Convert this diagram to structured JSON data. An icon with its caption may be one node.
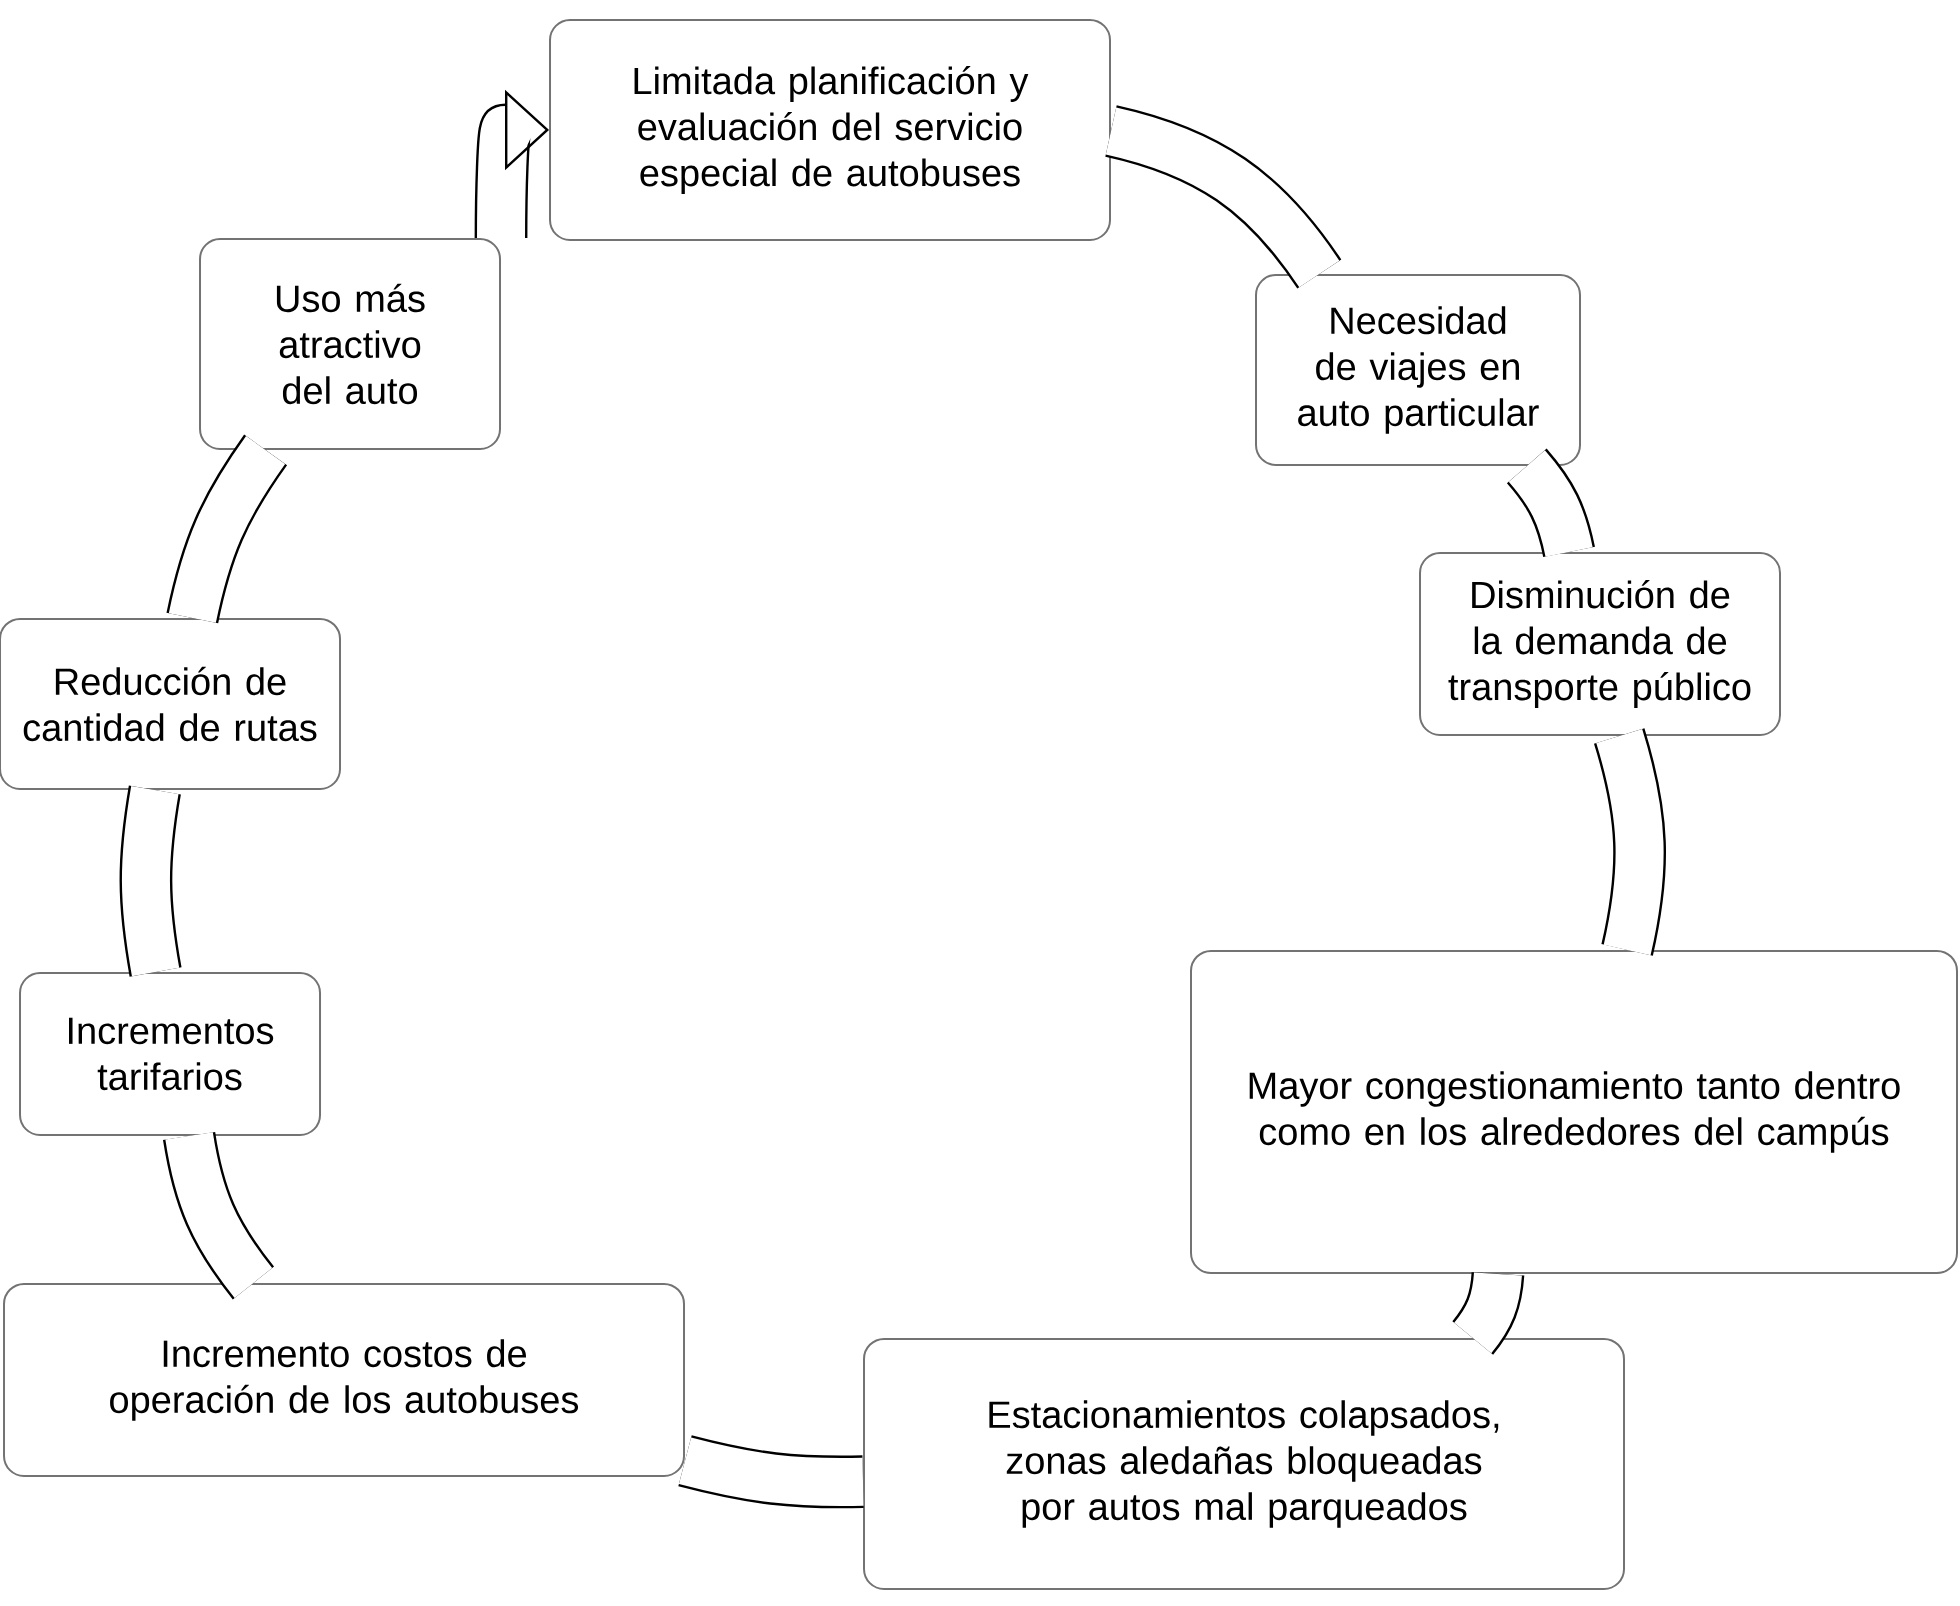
{
  "diagram": {
    "nodes": [
      {
        "text": [
          "Limitada planificación y evaluación del servicio especial de autobuses"
        ]
      },
      {
        "text": [
          "Necesidad de viajes en auto particular"
        ]
      },
      {
        "text": [
          "Disminución de la demanda de transporte público"
        ]
      },
      {
        "text": [
          "Mayor congestionamiento tanto dentro como en los alrededores del campús"
        ]
      },
      {
        "text": [
          "Estacionamientos colapsados, zonas aledañas bloqueadas por autos mal parqueados"
        ]
      },
      {
        "text": [
          "Incremento costos de operación de los autobuses"
        ]
      },
      {
        "text": [
          "Incrementos tarifarios"
        ]
      },
      {
        "text": [
          "Reducción de cantidad de rutas"
        ]
      },
      {
        "text": [
          "Uso más atractivo del auto"
        ]
      }
    ],
    "edges": [
      {
        "from": 0,
        "to": 1,
        "arrow": "none"
      },
      {
        "from": 1,
        "to": 2,
        "arrow": "none"
      },
      {
        "from": 2,
        "to": 3,
        "arrow": "none"
      },
      {
        "from": 3,
        "to": 4,
        "arrow": "none"
      },
      {
        "from": 4,
        "to": 5,
        "arrow": "none"
      },
      {
        "from": 5,
        "to": 6,
        "arrow": "none"
      },
      {
        "from": 6,
        "to": 7,
        "arrow": "none"
      },
      {
        "from": 7,
        "to": 8,
        "arrow": "none"
      },
      {
        "from": 8,
        "to": 0,
        "arrow": "to"
      }
    ]
  }
}
